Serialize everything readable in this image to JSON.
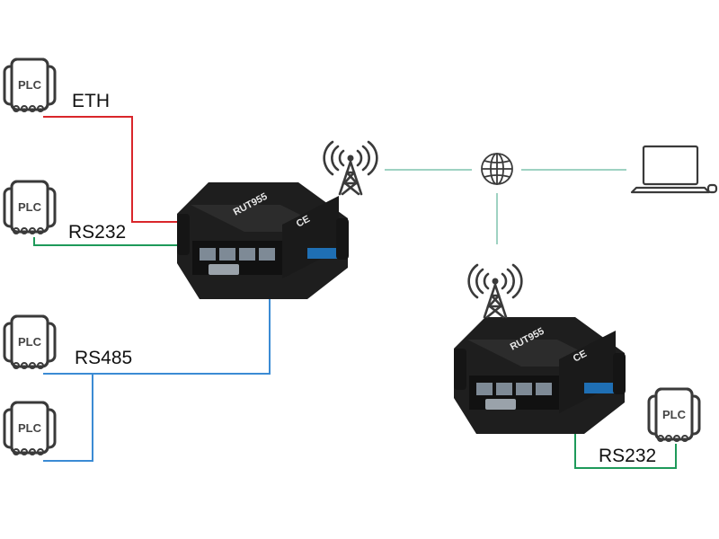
{
  "devices": {
    "plc_label": "PLC",
    "router_model": "RUT955",
    "router_marks": "CE"
  },
  "connections": {
    "eth": "ETH",
    "rs232_left": "RS232",
    "rs485": "RS485",
    "rs232_right": "RS232"
  },
  "colors": {
    "eth": "#d9262b",
    "rs232": "#1e9a5a",
    "rs485": "#3b8bd4",
    "network": "#7fc3ad",
    "outline": "#3a3a3a"
  },
  "icons": [
    "plc-icon",
    "router-icon",
    "cell-tower-icon",
    "globe-icon",
    "laptop-icon"
  ]
}
